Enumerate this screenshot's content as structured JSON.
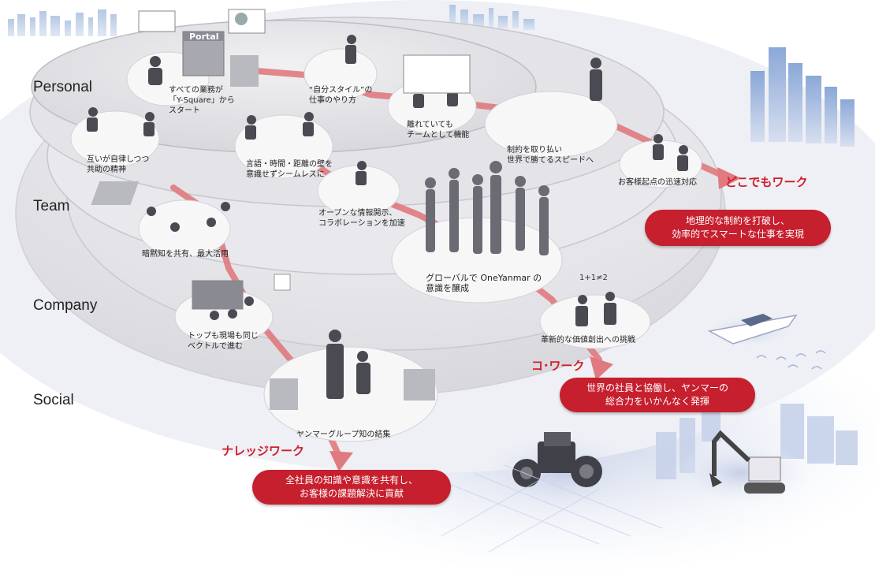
{
  "levels": [
    "Personal",
    "Team",
    "Company",
    "Social"
  ],
  "scenes": {
    "portal": "Portal",
    "yamamoto": "すべての業務が\n「Y-Square」から\nスタート",
    "jibun": "“自分スタイル”の\n仕事のやり方",
    "hanarete": "離れていても\nチームとして機能",
    "seiyaku": "制約を取り払い\n世界で勝てるスピードへ",
    "okyaku": "お客様起点の迅速対応",
    "tagai": "互いが自律しつつ\n共助の精神",
    "gengo": "言語・時間・距離の壁を\n意識せずシームレスに",
    "open": "オープンな情報開示、\nコラボレーションを加速",
    "anmokuchi": "暗黙知を共有、最大活用",
    "global": "グローバルで OneYanmar の\n意識を醸成",
    "kakushin": "革新的な価値創出への挑戦",
    "top": "トップも現場も同じ\nベクトルで進む",
    "group": "ヤンマーグループ知の結集",
    "equation": "1+1≠2"
  },
  "works": {
    "dokodemo_title": "どこでもワーク",
    "dokodemo_desc": "地理的な制約を打破し、\n効率的でスマートな仕事を実現",
    "co_title": "コ･ワーク",
    "co_desc": "世界の社員と協働し、ヤンマーの\n総合力をいかんなく発揮",
    "knowledge_title": "ナレッジワーク",
    "knowledge_desc": "全社員の知識や意識を共有し、\nお客様の課題解決に貢献"
  },
  "colors": {
    "accent": "#c61f2e",
    "accent_text": "#d21e2a",
    "path": "#e07a80",
    "disc": "#f7f7f8",
    "ring": "#c9c9cf"
  },
  "icons": [
    "city-skyline-icon",
    "people-icon",
    "speedboat-icon",
    "tractor-icon",
    "excavator-icon",
    "factory-icon"
  ]
}
